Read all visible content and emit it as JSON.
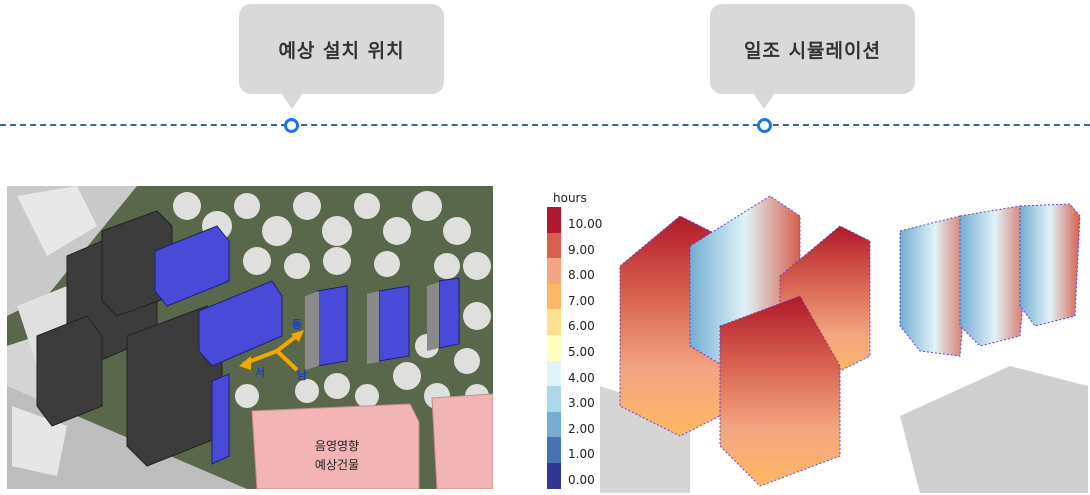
{
  "callouts": {
    "left": "예상 설치 위치",
    "right": "일조 시뮬레이션"
  },
  "map": {
    "direction_east": "동",
    "direction_west": "서",
    "direction_south": "남",
    "affected_building": "음영영향\n예상건물"
  },
  "legend": {
    "title": "hours",
    "values": [
      "10.00",
      "9.00",
      "8.00",
      "7.00",
      "6.00",
      "5.00",
      "4.00",
      "3.00",
      "2.00",
      "1.00",
      "0.00"
    ],
    "colors": [
      "#b2182b",
      "#d6604d",
      "#f4a582",
      "#fdb863",
      "#fee090",
      "#ffffbf",
      "#e0f3f8",
      "#abd9e9",
      "#74add1",
      "#4575b4",
      "#313695"
    ]
  }
}
